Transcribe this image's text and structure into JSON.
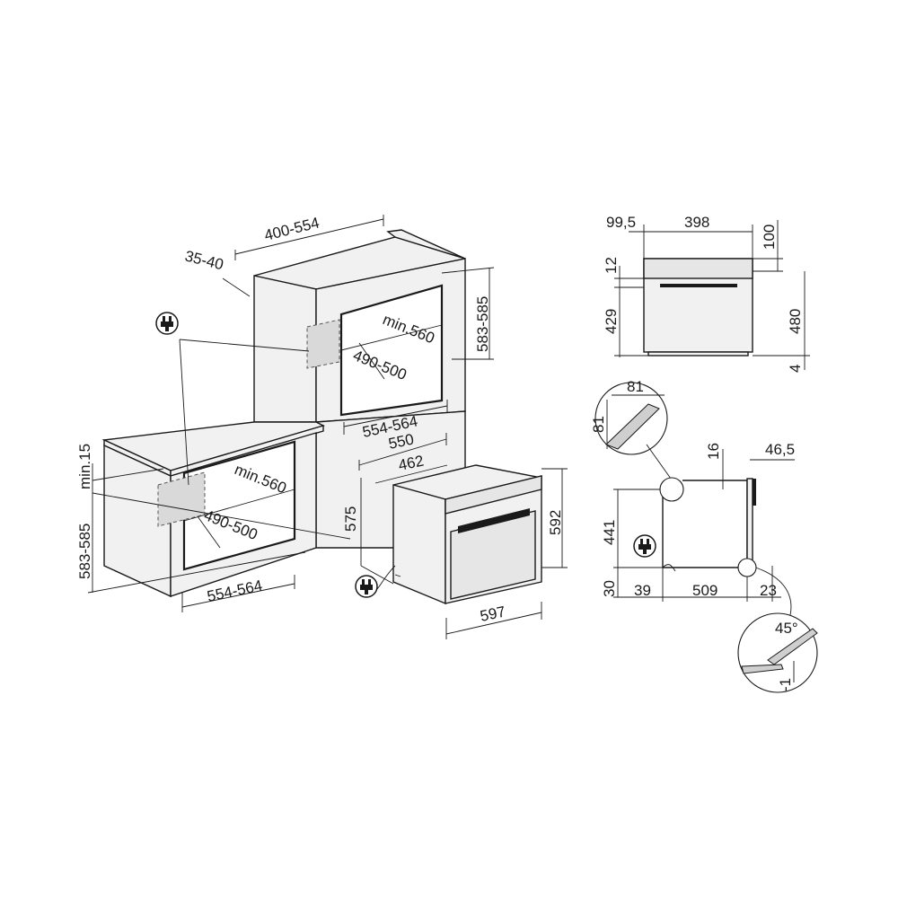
{
  "labels": {
    "d_400_554": "400-554",
    "d_35_40": "35-40",
    "d_583_585_top": "583-585",
    "d_min560_top": "min.560",
    "d_490_500_top": "490-500",
    "d_554_564_top": "554-564",
    "d_min15": "min.15",
    "d_583_585_left": "583-585",
    "d_min560_low": "min.560",
    "d_490_500_low": "490-500",
    "d_554_564_low": "554-564",
    "d_550": "550",
    "d_462": "462",
    "d_575": "575",
    "d_592": "592",
    "d_597": "597",
    "d_99_5": "99,5",
    "d_398": "398",
    "d_100": "100",
    "d_12": "12",
    "d_429": "429",
    "d_480": "480",
    "d_4": "4",
    "d_81_h": "81",
    "d_81_v": "81",
    "d_16": "16",
    "d_46_5": "46,5",
    "d_441": "441",
    "d_30": "30",
    "d_39": "39",
    "d_509": "509",
    "d_23": "23",
    "d_45deg": "45°",
    "d_minus1": "-1"
  },
  "icons": [
    "plug-icon",
    "plug-icon",
    "plug-icon"
  ]
}
